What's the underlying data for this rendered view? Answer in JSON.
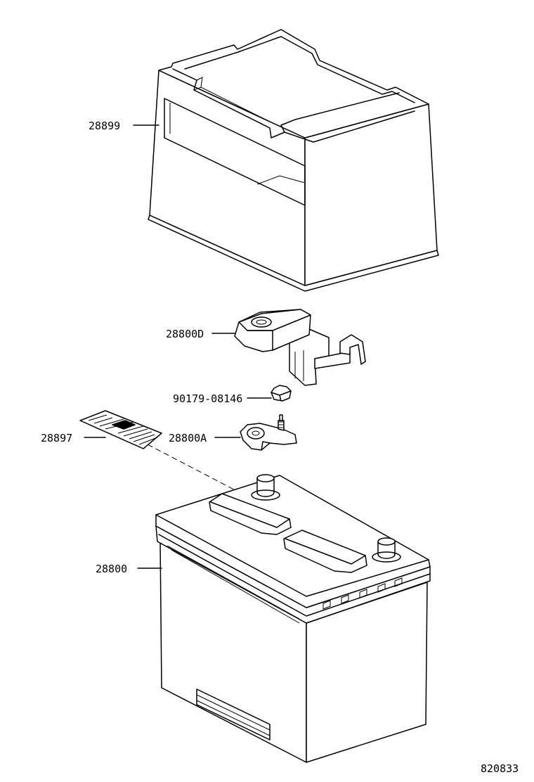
{
  "diagram_id": "820833",
  "parts": {
    "tray": {
      "number": "28899"
    },
    "terminal_cover": {
      "number": "28800D"
    },
    "nut": {
      "number": "90179-08146"
    },
    "label_plate": {
      "number": "28897"
    },
    "terminal_clamp": {
      "number": "28800A"
    },
    "battery": {
      "number": "28800"
    }
  }
}
